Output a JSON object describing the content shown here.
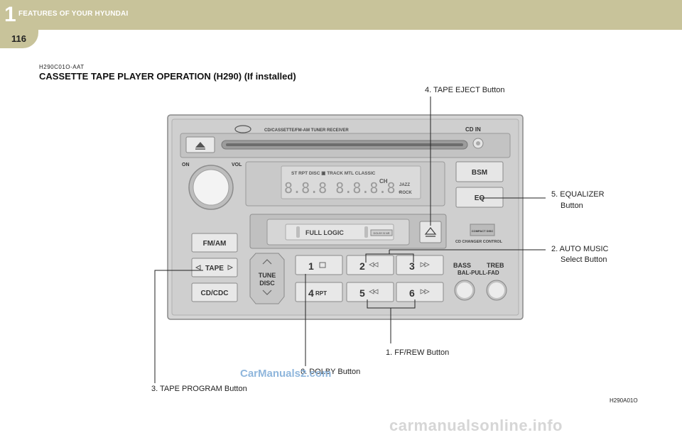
{
  "header": {
    "chapter_number": "1",
    "chapter_title": "FEATURES OF YOUR HYUNDAI",
    "page_number": "116"
  },
  "section": {
    "code": "H290C01O-AAT",
    "title": "CASSETTE TAPE PLAYER OPERATION (H290) (If installed)"
  },
  "radio": {
    "cd_label": "CD/CASSETTE/FM-AM TUNER RECEIVER",
    "cd_in": "CD IN",
    "on": "ON",
    "vol": "VOL",
    "display_indicators": "ST  RPT  DISC ▣ TRACK  MTL  CLASSIC",
    "display_digits": "8.8.8 8.8.8.8.",
    "display_ch": "CH",
    "display_eq1": "JAZZ",
    "display_eq2": "ROCK",
    "bsm": "BSM",
    "eq": "EQ",
    "full_logic": "FULL LOGIC",
    "dolby_badge": "DOLBY B NR",
    "cd_changer_control": "CD CHANGER CONTROL",
    "compact_disc": "COMPACT DISC",
    "fm_am": "FM/AM",
    "tape": "TAPE",
    "cd_cdc": "CD/CDC",
    "tune": "TUNE",
    "disc": "DISC",
    "preset_1": "1",
    "preset_2": "2",
    "preset_3": "3",
    "preset_4": "4",
    "preset_4_sub": "RPT",
    "preset_5": "5",
    "preset_6": "6",
    "bass": "BASS",
    "treb": "TREB",
    "bal_fad": "BAL-PULL-FAD"
  },
  "callouts": {
    "tape_eject": "4. TAPE EJECT Button",
    "equalizer_1": "5. EQUALIZER",
    "equalizer_2": "Button",
    "auto_music_1": "2. AUTO MUSIC",
    "auto_music_2": "Select Button",
    "ff_rew": "1. FF/REW Button",
    "dolby": "6. DOLBY Button",
    "tape_program": "3. TAPE PROGRAM Button"
  },
  "figure_code": "H290A01O",
  "watermark": "CarManuals2.com",
  "footer_watermark": "carmanualsonline.info"
}
